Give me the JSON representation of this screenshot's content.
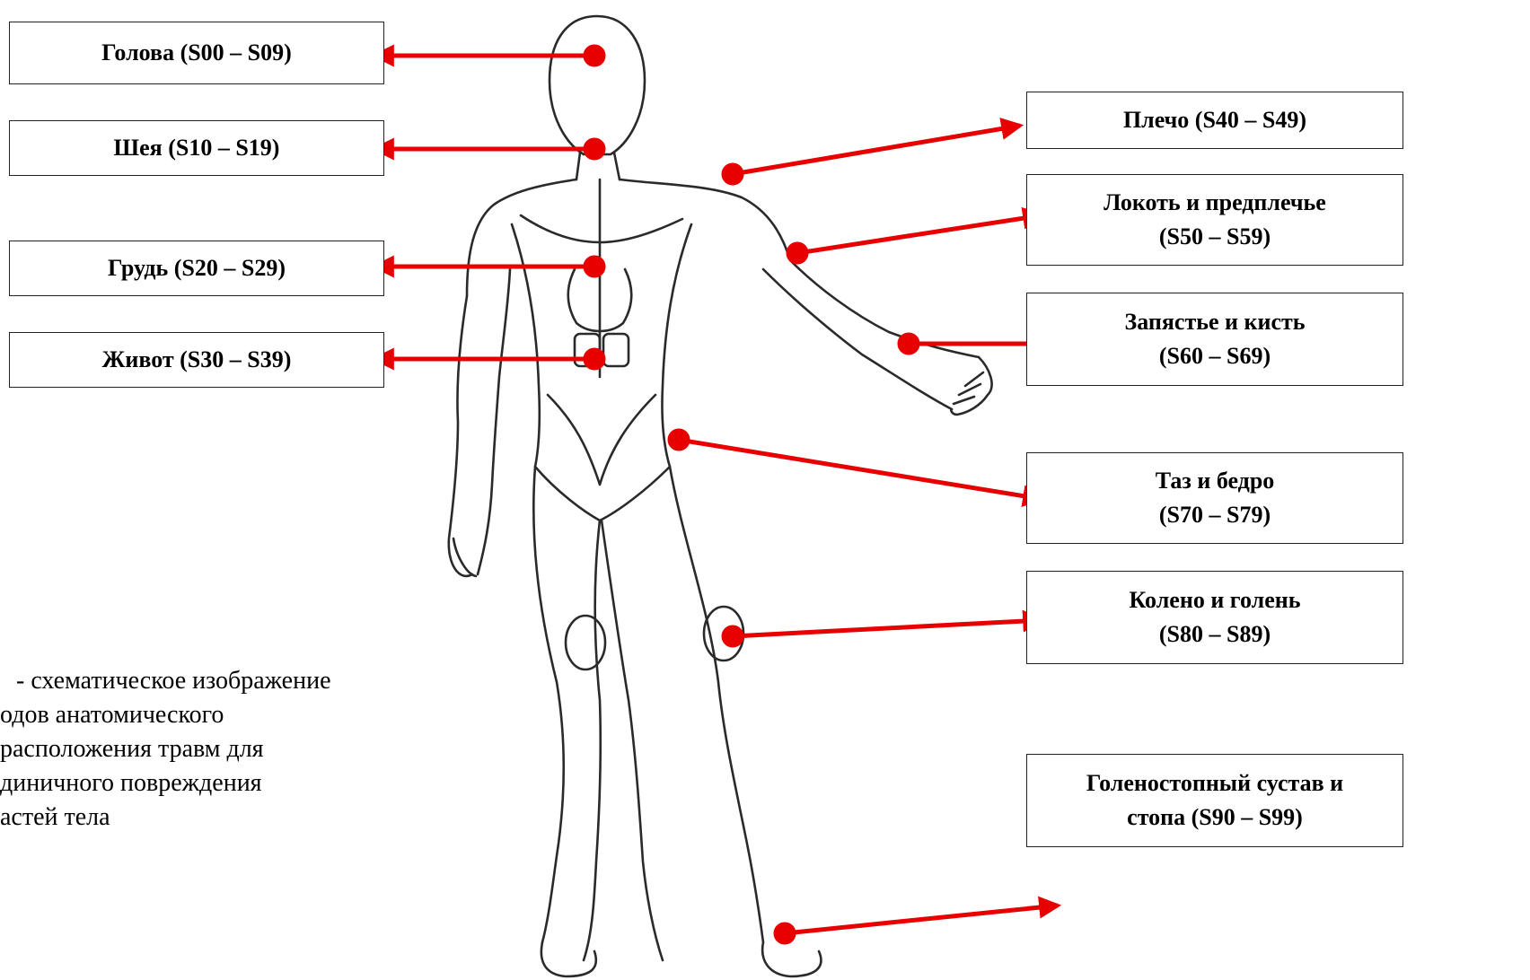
{
  "labels": {
    "head": "Голова (S00 – S09)",
    "neck": "Шея (S10 – S19)",
    "chest": "Грудь (S20 – S29)",
    "abdomen": "Живот (S30 – S39)",
    "shoulder": "Плечо (S40 – S49)",
    "elbow": {
      "line1": "Локоть и предплечье",
      "line2": "(S50 – S59)"
    },
    "wrist": {
      "line1": "Запястье и кисть",
      "line2": "(S60 – S69)"
    },
    "hip": {
      "line1": "Таз и бедро",
      "line2": "(S70 – S79)"
    },
    "knee": {
      "line1": "Колено и голень",
      "line2": "(S80 – S89)"
    },
    "ankle": {
      "line1": "Голеностопный сустав и",
      "line2": "стопа (S90 – S99)"
    }
  },
  "caption": {
    "line1": "- схематическое изображение",
    "line2": "одов анатомического",
    "line3": "расположения травм для",
    "line4": "диничного повреждения",
    "line5": "астей тела"
  },
  "colors": {
    "arrow": "#e80000",
    "outline": "#2a2a2a",
    "box_border": "#222222"
  },
  "icons": {
    "figure": "human-body-anatomy-sketch-icon"
  }
}
